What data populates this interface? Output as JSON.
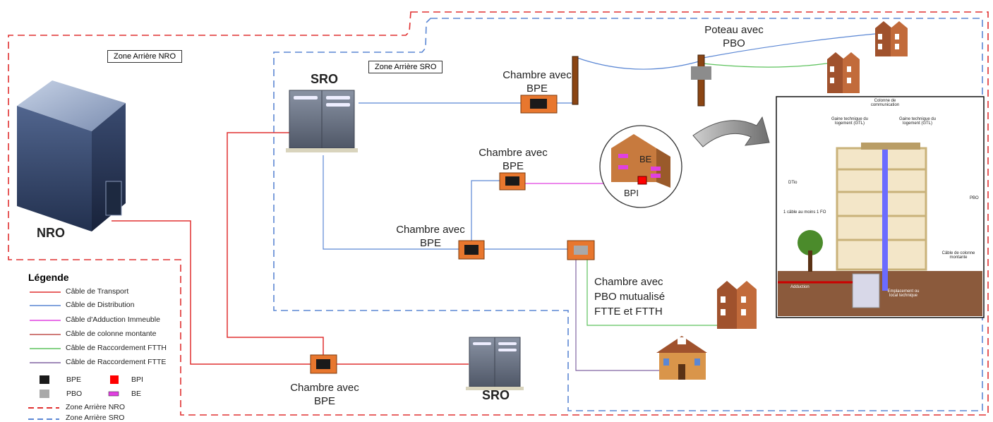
{
  "zones": {
    "nro_label": "Zone Arrière NRO",
    "sro_label": "Zone Arrière SRO"
  },
  "nodes": {
    "nro": "NRO",
    "sro_top": "SRO",
    "sro_bottom": "SRO",
    "chambre_bpe_1": [
      "Chambre avec",
      "BPE"
    ],
    "chambre_bpe_2": [
      "Chambre avec",
      "BPE"
    ],
    "chambre_bpe_3": [
      "Chambre avec",
      "BPE"
    ],
    "chambre_bpe_4": [
      "Chambre avec",
      "BPE"
    ],
    "poteau_pbo": [
      "Poteau avec",
      "PBO"
    ],
    "chambre_pbo_mutualise": [
      "Chambre avec",
      "PBO mutualisé",
      "FTTE et FTTH"
    ],
    "building_be": "BE",
    "building_bpi": "BPI"
  },
  "cross_section": {
    "colonne": "Colonne de communication",
    "gtl_left": "Gaine technique du logement (GTL)",
    "gtl_right": "Gaine technique du logement (GTL)",
    "dtio": "DTio",
    "pbo": "PBO",
    "cable_fo": "1 câble au moins 1 FO",
    "cable_colonne": "Câble de colonne montante",
    "adduction": "Adduction",
    "emplacement": "Emplacement ou local technique"
  },
  "legend": {
    "title": "Légende",
    "lines": [
      {
        "label": "Câble de Transport",
        "color": "#e03030"
      },
      {
        "label": "Câble de Distribution",
        "color": "#5b87d4"
      },
      {
        "label": "Câble d'Adduction Immeuble",
        "color": "#e040e0"
      },
      {
        "label": "Câble de colonne montante",
        "color": "#c0504d"
      },
      {
        "label": "Câble de Raccordement FTTH",
        "color": "#5cc25c"
      },
      {
        "label": "Câble de Raccordement FTTE",
        "color": "#8064a2"
      }
    ],
    "symbols": {
      "bpe": "BPE",
      "bpi": "BPI",
      "pbo": "PBO",
      "be": "BE"
    },
    "zones": [
      {
        "label": "Zone Arrière NRO",
        "color": "#e03030"
      },
      {
        "label": "Zone Arrière SRO",
        "color": "#5b87d4"
      }
    ]
  }
}
